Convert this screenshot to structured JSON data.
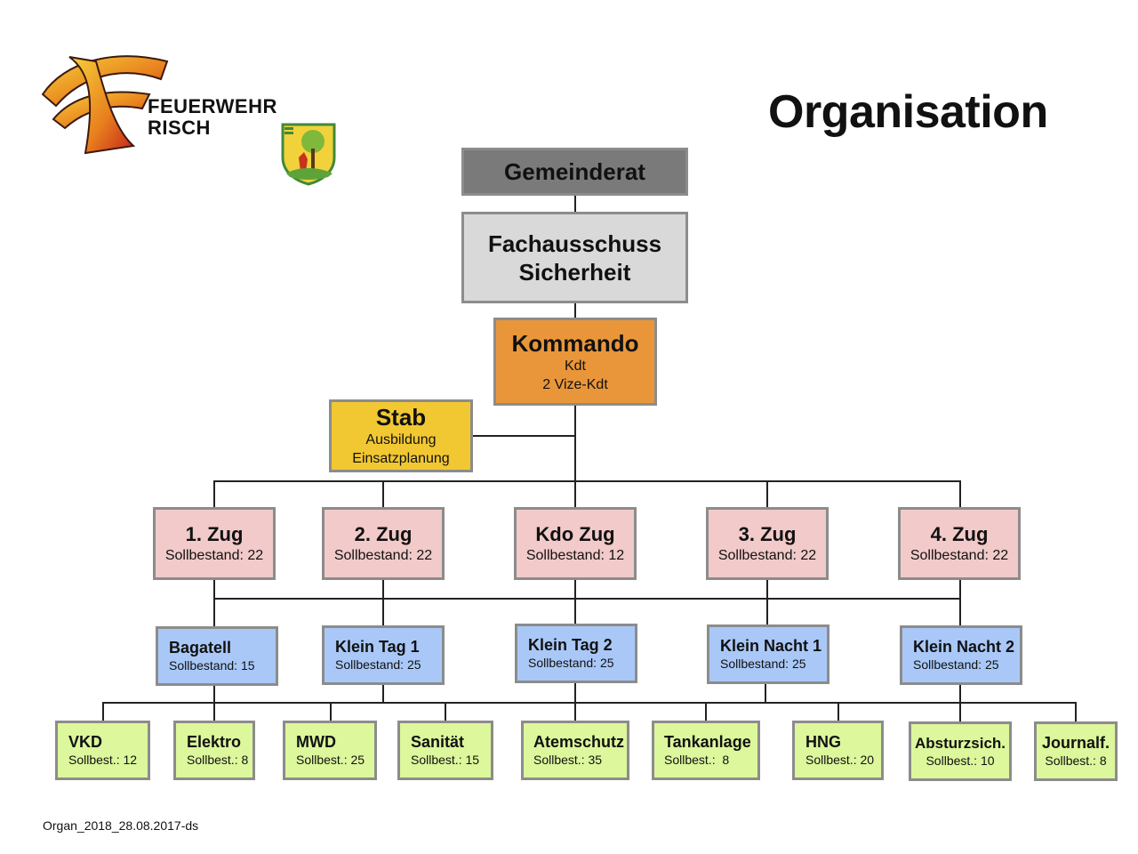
{
  "page": {
    "title": "Organisation",
    "footer": "Organ_2018_28.08.2017-ds"
  },
  "logo": {
    "line1": "FEUERWEHR",
    "line2": "RISCH",
    "icon": "fire-brigade-logo-icon",
    "crest_icon": "municipal-crest-icon"
  },
  "colors": {
    "gemeinderat": "#7a7a7a",
    "fachausschuss": "#d9d9d9",
    "kommando": "#e9963a",
    "stab": "#f2c832",
    "zug": "#f2caca",
    "einheit": "#a9c8f7",
    "fachgruppe": "#dcf79c"
  },
  "org": {
    "gemeinderat": {
      "title": "Gemeinderat"
    },
    "fachausschuss": {
      "line1": "Fachausschuss",
      "line2": "Sicherheit"
    },
    "kommando": {
      "title": "Kommando",
      "line1": "Kdt",
      "line2": "2 Vize-Kdt"
    },
    "stab": {
      "title": "Stab",
      "line1": "Ausbildung",
      "line2": "Einsatzplanung"
    },
    "zuege": [
      {
        "title": "1. Zug",
        "sub": "Sollbestand: 22"
      },
      {
        "title": "2. Zug",
        "sub": "Sollbestand: 22"
      },
      {
        "title": "Kdo Zug",
        "sub": "Sollbestand: 12"
      },
      {
        "title": "3. Zug",
        "sub": "Sollbestand: 22"
      },
      {
        "title": "4. Zug",
        "sub": "Sollbestand: 22"
      }
    ],
    "einheiten": [
      {
        "title": "Bagatell",
        "sub": "Sollbestand: 15"
      },
      {
        "title": "Klein Tag 1",
        "sub": "Sollbestand: 25"
      },
      {
        "title": "Klein Tag 2",
        "sub": "Sollbestand: 25"
      },
      {
        "title": "Klein Nacht 1",
        "sub": "Sollbestand: 25"
      },
      {
        "title": "Klein Nacht 2",
        "sub": "Sollbestand: 25"
      }
    ],
    "fachgruppen": [
      {
        "title": "VKD",
        "sub": "Sollbest.: 12"
      },
      {
        "title": "Elektro",
        "sub": "Sollbest.: 8"
      },
      {
        "title": "MWD",
        "sub": "Sollbest.: 25"
      },
      {
        "title": "Sanität",
        "sub": "Sollbest.: 15"
      },
      {
        "title": "Atemschutz",
        "sub": "Sollbest.: 35"
      },
      {
        "title": "Tankanlage",
        "sub": "Sollbest.:  8"
      },
      {
        "title": "HNG",
        "sub": "Sollbest.: 20"
      },
      {
        "title": "Absturzsich.",
        "sub": "Sollbest.: 10"
      },
      {
        "title": "Journalf.",
        "sub": "Sollbest.: 8"
      }
    ]
  }
}
